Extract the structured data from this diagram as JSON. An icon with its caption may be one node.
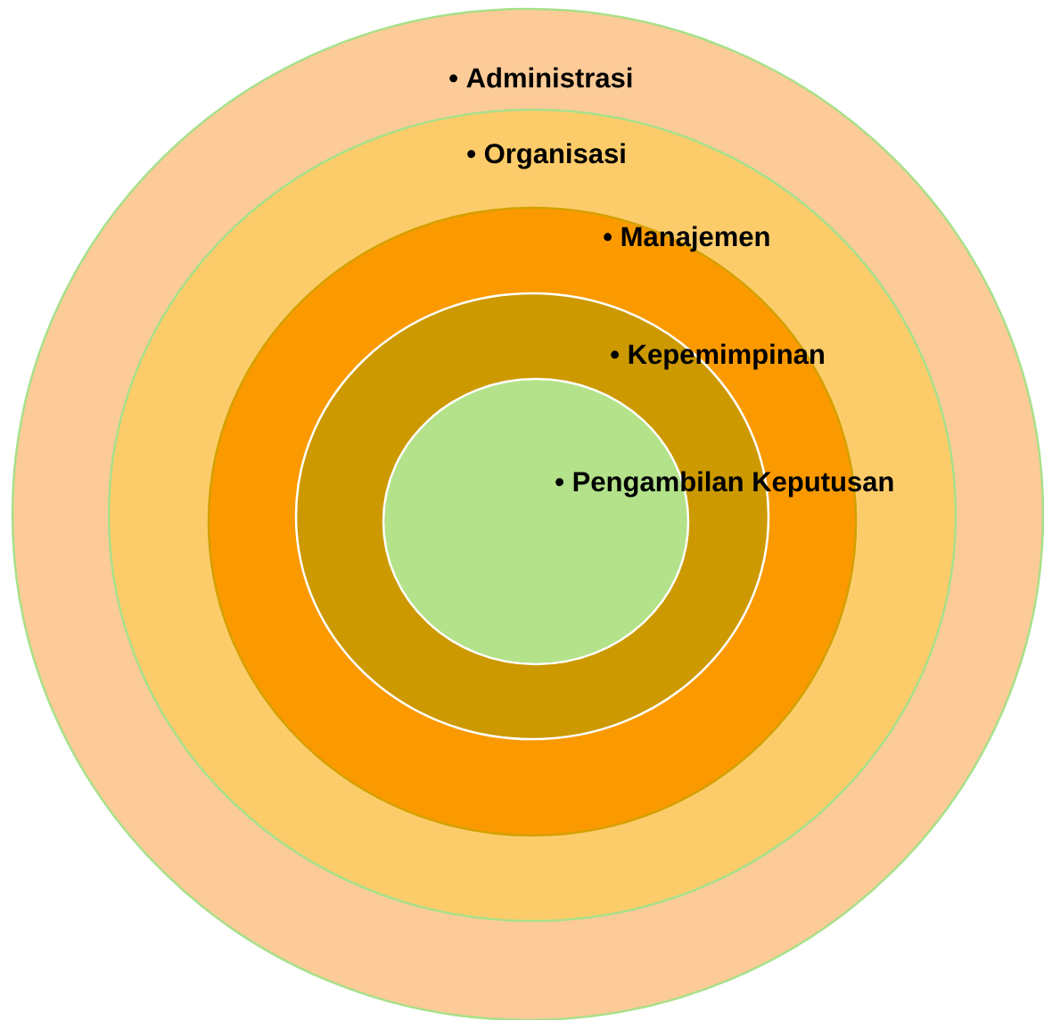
{
  "diagram": {
    "nodes": [
      {
        "text": [
          "• Administrasi"
        ]
      },
      {
        "text": [
          "• Organisasi"
        ],
        "in": 0
      },
      {
        "text": [
          "• Manajemen"
        ],
        "in": 1
      },
      {
        "text": [
          "•  Kepemimpinan"
        ],
        "in": 2
      },
      {
        "text": [
          "• Pengambilan Keputusan"
        ],
        "in": 3
      }
    ]
  }
}
